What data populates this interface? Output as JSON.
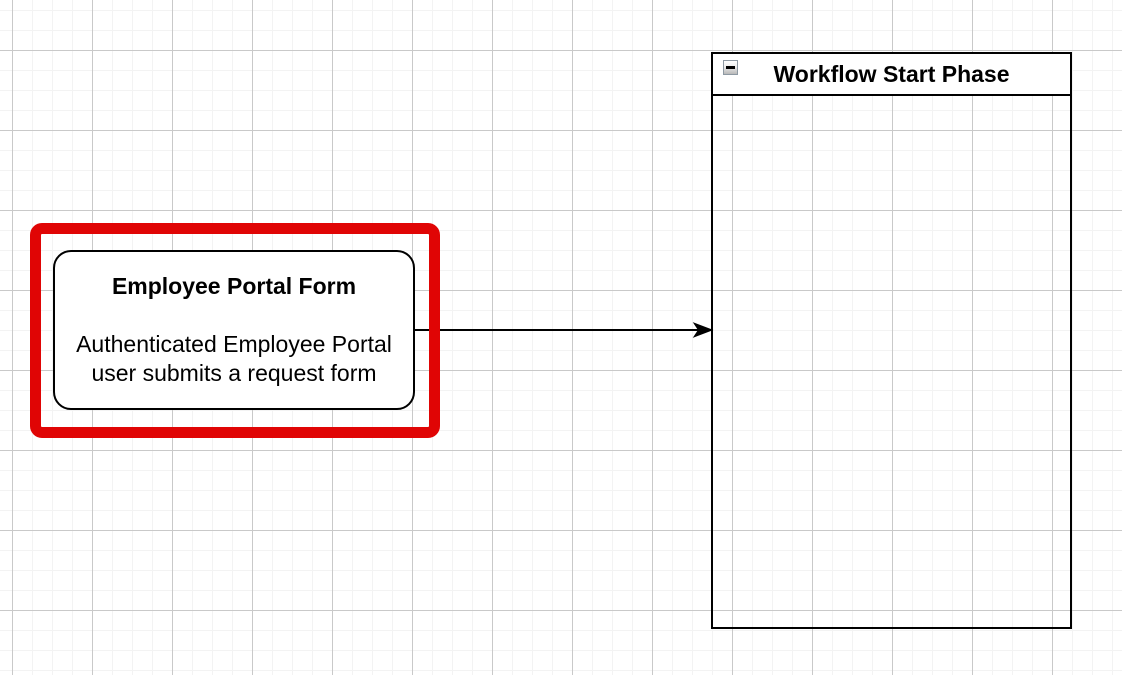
{
  "canvas": {
    "background_color": "#ffffff",
    "grid_minor_color": "#f3f3f3",
    "grid_major_color": "#c9c9c9"
  },
  "node": {
    "title": "Employee Portal Form",
    "description": "Authenticated Employee Portal user submits a request form",
    "border_color": "#000000",
    "fill_color": "#ffffff"
  },
  "connector": {
    "type": "arrow",
    "direction": "right",
    "color": "#000000"
  },
  "container": {
    "title": "Workflow Start Phase",
    "collapse_icon": "minus-icon",
    "border_color": "#000000",
    "header_fill_color": "#ffffff"
  },
  "highlight": {
    "color": "#e00505"
  }
}
